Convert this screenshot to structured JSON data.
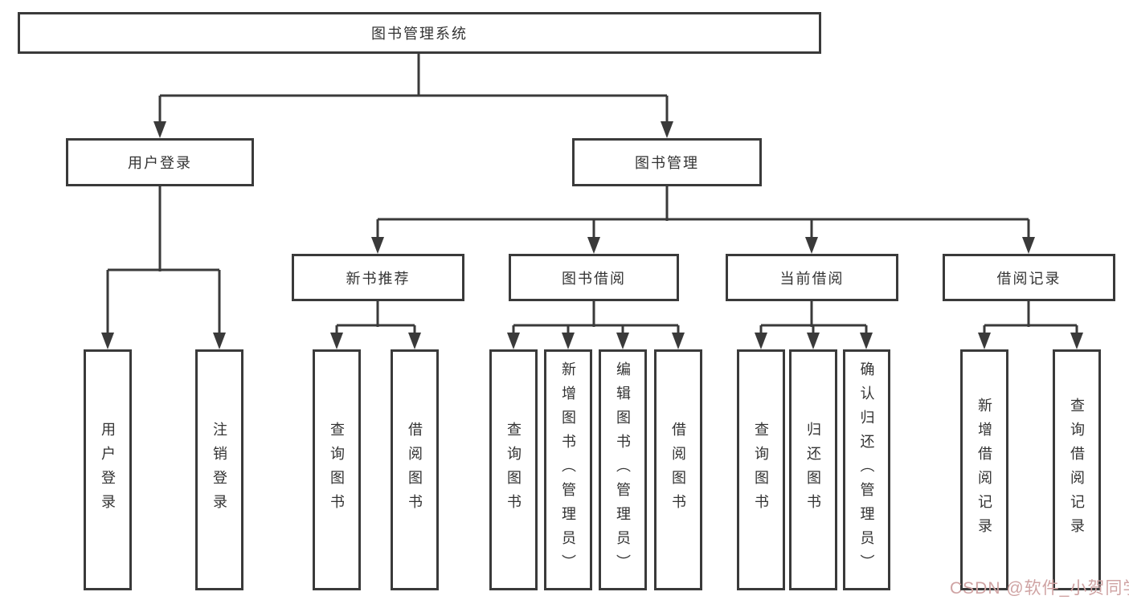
{
  "colors": {
    "line": "#3a3a3a",
    "box_border": "#3a3a3a",
    "text": "#333333",
    "background": "#ffffff",
    "watermark": "#cfa3a3"
  },
  "watermark": {
    "text": "CSDN @软件_小贺同学"
  },
  "tree": {
    "root": {
      "label": "图书管理系统",
      "children": [
        {
          "label": "用户登录",
          "children": [
            {
              "label": "用户登录"
            },
            {
              "label": "注销登录"
            }
          ]
        },
        {
          "label": "图书管理",
          "children": [
            {
              "label": "新书推荐",
              "children": [
                {
                  "label": "查询图书"
                },
                {
                  "label": "借阅图书"
                }
              ]
            },
            {
              "label": "图书借阅",
              "children": [
                {
                  "label": "查询图书"
                },
                {
                  "label": "新增图书（管理员）"
                },
                {
                  "label": "编辑图书（管理员）"
                },
                {
                  "label": "借阅图书"
                }
              ]
            },
            {
              "label": "当前借阅",
              "children": [
                {
                  "label": "查询图书"
                },
                {
                  "label": "归还图书"
                },
                {
                  "label": "确认归还（管理员）"
                }
              ]
            },
            {
              "label": "借阅记录",
              "children": [
                {
                  "label": "新增借阅记录"
                },
                {
                  "label": "查询借阅记录"
                }
              ]
            }
          ]
        }
      ]
    }
  }
}
